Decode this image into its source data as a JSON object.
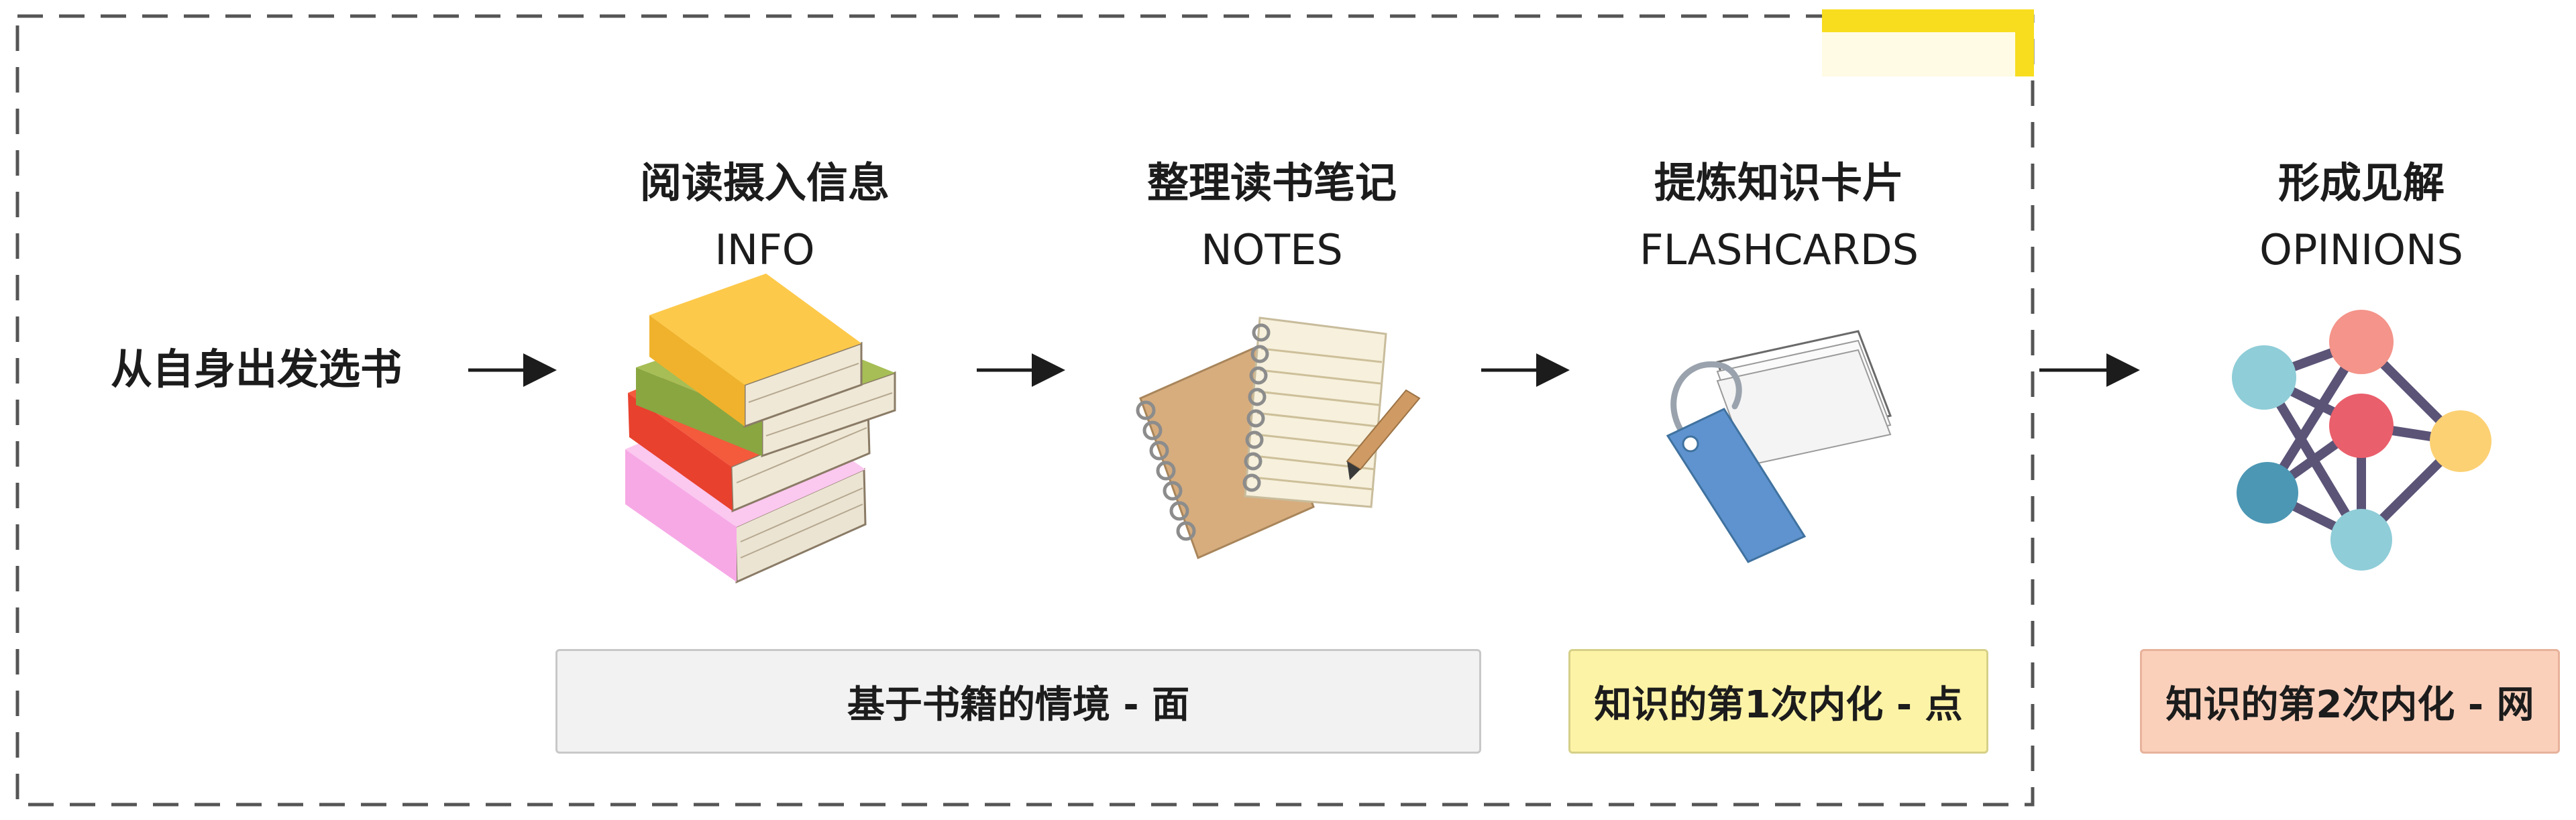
{
  "start": {
    "text": "从自身出发选书"
  },
  "stages": [
    {
      "title": "阅读摄入信息",
      "subtitle": "INFO"
    },
    {
      "title": "整理读书笔记",
      "subtitle": "NOTES"
    },
    {
      "title": "提炼知识卡片",
      "subtitle": "FLASHCARDS"
    },
    {
      "title": "形成见解",
      "subtitle": "OPINIONS"
    }
  ],
  "groups": {
    "surface": "基于书籍的情境 - 面",
    "point": "知识的第1次内化 - 点",
    "network": "知识的第2次内化 - 网"
  },
  "icons": [
    "stack-of-books-icon",
    "notebook-pencil-icon",
    "flashcards-ring-icon",
    "network-graph-icon"
  ],
  "colors": {
    "text": "#1c1c1c",
    "frame_dash": "#555555",
    "sticky_yellow": "#f7dd1e",
    "surface_box": "#f2f2f2",
    "point_box": "#fdf3a6",
    "network_box": "#fbd0bb",
    "node_pink": "#f4948a",
    "node_red": "#ea5f6c",
    "node_cyan": "#8fcdd8",
    "node_teal": "#4c97b4",
    "node_yellow": "#fcd174",
    "edge": "#5b5477"
  }
}
